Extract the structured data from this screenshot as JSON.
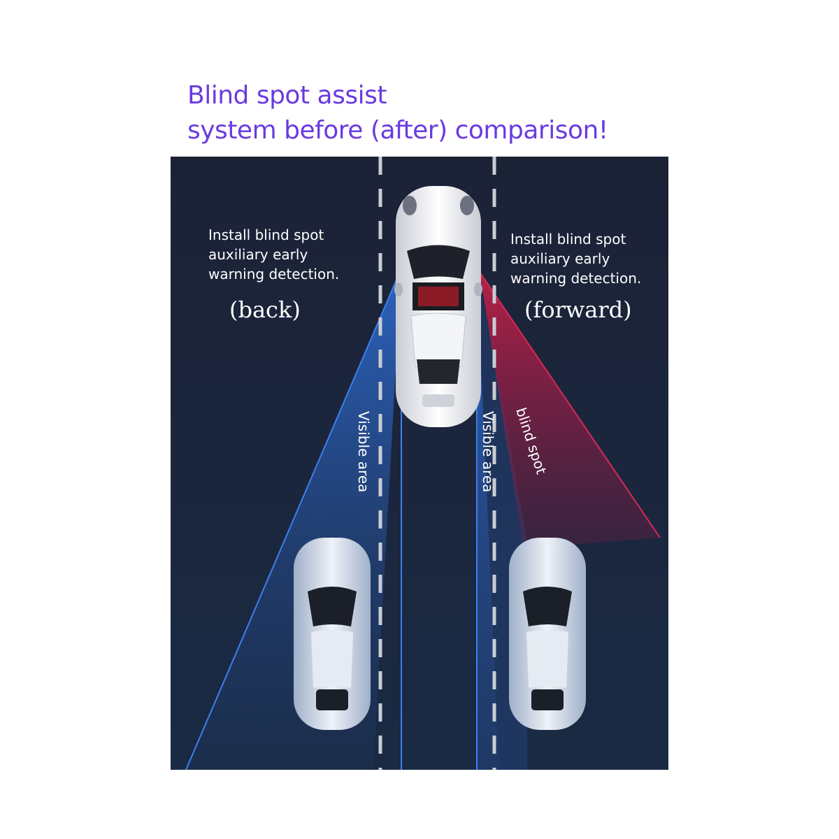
{
  "headline": {
    "line1": "Blind spot assist",
    "line2": "system before (after) comparison!",
    "color": "#6a3be0"
  },
  "scene": {
    "background": "#1a2238",
    "left_caption": {
      "line1": "Install blind spot",
      "line2": "auxiliary early",
      "line3": "warning detection.",
      "direction": "(back)"
    },
    "right_caption": {
      "line1": "Install blind spot",
      "line2": "auxiliary early",
      "line3": "warning detection.",
      "direction": "(forward)"
    },
    "zone_labels": {
      "visible_left": "Visible area",
      "visible_right": "Visible area",
      "blind_spot": "blind spot"
    },
    "colors": {
      "visible_beam": "#2f6fd6",
      "blind_beam": "#c8204a",
      "lane_line": "#c9ccd3"
    }
  }
}
